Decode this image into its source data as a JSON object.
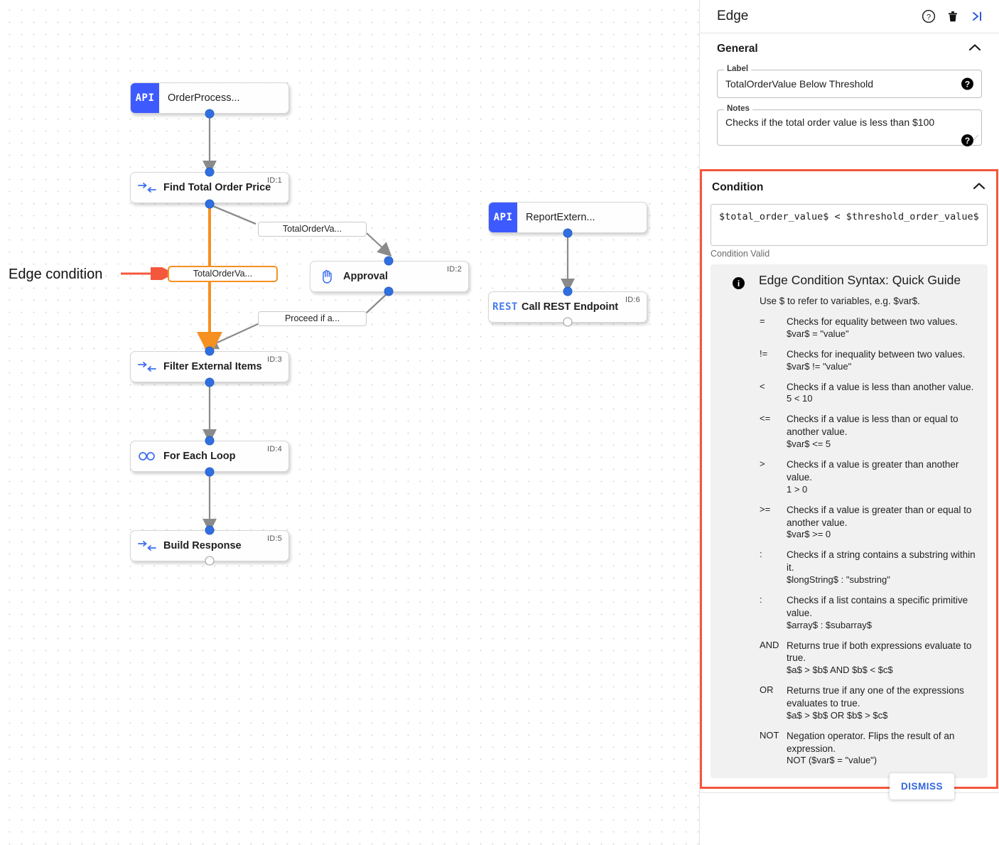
{
  "canvas": {
    "annotation": {
      "text": "Edge condition",
      "arrow_color": "#f4573c"
    },
    "nodes": [
      {
        "id": "n-orderprocess",
        "kind": "api",
        "badge": "API",
        "title": "OrderProcess...",
        "idtag": ""
      },
      {
        "id": "n-find-total",
        "kind": "transform",
        "icon": "transform-icon",
        "title": "Find Total Order Price",
        "idtag": "ID:1"
      },
      {
        "id": "n-approval",
        "kind": "approval",
        "icon": "hand-icon",
        "title": "Approval",
        "idtag": "ID:2"
      },
      {
        "id": "n-filter",
        "kind": "transform",
        "icon": "transform-icon",
        "title": "Filter External Items",
        "idtag": "ID:3"
      },
      {
        "id": "n-foreach",
        "kind": "loop",
        "icon": "infinity-icon",
        "title": "For Each Loop",
        "idtag": "ID:4"
      },
      {
        "id": "n-build",
        "kind": "transform",
        "icon": "transform-icon",
        "title": "Build Response",
        "idtag": "ID:5"
      },
      {
        "id": "n-reportextern",
        "kind": "api",
        "badge": "API",
        "title": "ReportExtern...",
        "idtag": ""
      },
      {
        "id": "n-callrest",
        "kind": "rest",
        "badge": "REST",
        "title": "Call REST Endpoint",
        "idtag": "ID:6"
      }
    ],
    "edge_labels": [
      {
        "id": "edge-label-to-approval",
        "text": "TotalOrderVa...",
        "selected": false
      },
      {
        "id": "edge-label-selected",
        "text": "TotalOrderVa...",
        "selected": true
      },
      {
        "id": "edge-label-proceed",
        "text": "Proceed if a...",
        "selected": false
      }
    ],
    "selected_edge_color": "#f59021"
  },
  "panel": {
    "title": "Edge",
    "header_icons": [
      {
        "name": "help-icon",
        "glyph": "?"
      },
      {
        "name": "delete-icon",
        "glyph": "trash"
      },
      {
        "name": "collapse-panel-icon",
        "glyph": ">|"
      }
    ],
    "general": {
      "section_title": "General",
      "label_field": {
        "label": "Label",
        "value": "TotalOrderValue Below Threshold"
      },
      "notes_field": {
        "label": "Notes",
        "value": "Checks if the total order value is less than $100"
      }
    },
    "condition": {
      "section_title": "Condition",
      "expression": "$total_order_value$ < $threshold_order_value$",
      "validity": "Condition Valid",
      "highlight_color": "#f4573c",
      "guide": {
        "title": "Edge Condition Syntax: Quick Guide",
        "subtitle": "Use $ to refer to variables, e.g. $var$.",
        "operators": [
          {
            "op": "=",
            "desc": "Checks for equality between two values.",
            "example": "$var$ = \"value\""
          },
          {
            "op": "!=",
            "desc": "Checks for inequality between two values.",
            "example": "$var$ != \"value\""
          },
          {
            "op": "<",
            "desc": "Checks if a value is less than another value.",
            "example": "5 < 10"
          },
          {
            "op": "<=",
            "desc": "Checks if a value is less than or equal to another value.",
            "example": "$var$ <= 5"
          },
          {
            "op": ">",
            "desc": "Checks if a value is greater than another value.",
            "example": "1 > 0"
          },
          {
            "op": ">=",
            "desc": "Checks if a value is greater than or equal to another value.",
            "example": "$var$ >= 0"
          },
          {
            "op": ":",
            "desc": "Checks if a string contains a substring within it.",
            "example": "$longString$ : \"substring\""
          },
          {
            "op": ":",
            "desc": "Checks if a list contains a specific primitive value.",
            "example": "$array$ : $subarray$"
          },
          {
            "op": "AND",
            "desc": "Returns true if both expressions evaluate to true.",
            "example": "$a$ > $b$ AND $b$ < $c$"
          },
          {
            "op": "OR",
            "desc": "Returns true if any one of the expressions evaluates to true.",
            "example": "$a$ > $b$ OR $b$ > $c$"
          },
          {
            "op": "NOT",
            "desc": "Negation operator. Flips the result of an expression.",
            "example": "NOT ($var$ = \"value\")"
          }
        ]
      }
    },
    "footer": {
      "dismiss_label": "DISMISS"
    }
  }
}
